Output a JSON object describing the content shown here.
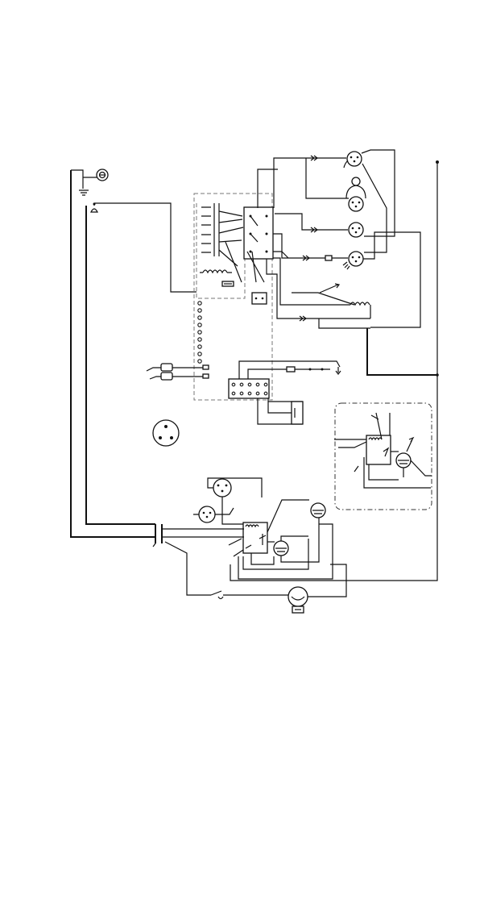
{
  "diagram": {
    "kind": "electrical wiring schematic",
    "colors": {
      "line": "#111111",
      "frame": "#777777",
      "background": "#ffffff"
    },
    "components": [
      "ground-terminal",
      "control-box",
      "relay-block",
      "relay-coil",
      "fuse-holder",
      "terminal-strip",
      "terminal-block",
      "sensor-probes",
      "motor-terminals-upper",
      "heating-element",
      "auxiliary-panel",
      "plug-receptacle",
      "motor-terminals-lower",
      "capacitors",
      "main-switch",
      "lamp",
      "pushbutton"
    ]
  }
}
